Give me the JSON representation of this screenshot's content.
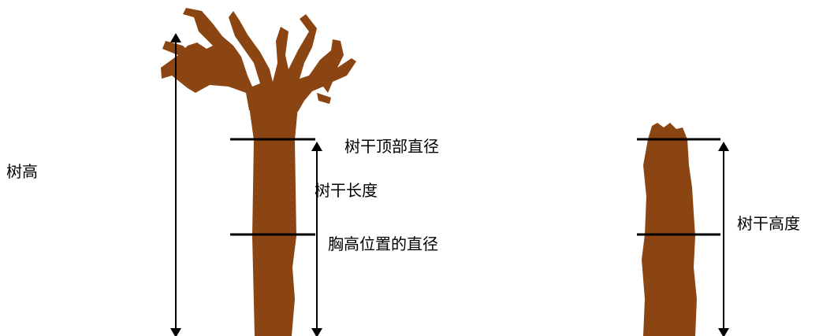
{
  "labels": {
    "tree_height": "树高",
    "trunk_top_diameter": "树干顶部直径",
    "trunk_length": "树干长度",
    "breast_height_diameter": "胸高位置的直径",
    "trunk_height": "树干高度"
  },
  "colors": {
    "trunk": "#8B4513",
    "line": "#000000",
    "background": "#FFFFFF"
  }
}
